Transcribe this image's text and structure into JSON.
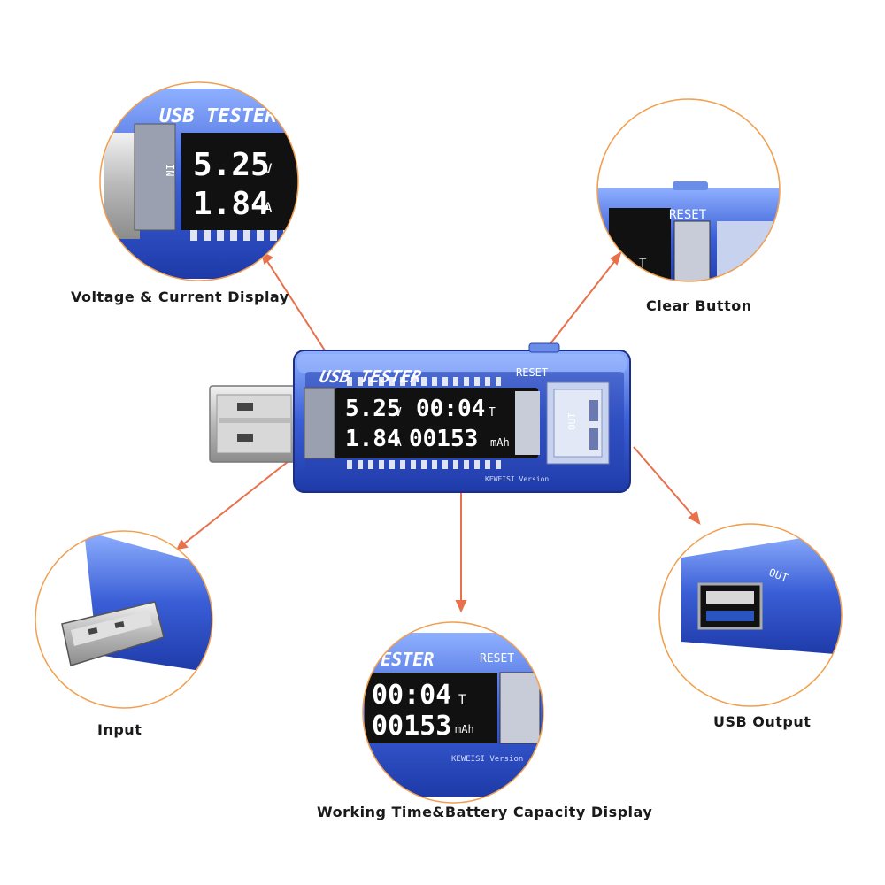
{
  "device": {
    "brand_label": "USB TESTER",
    "reset_label": "RESET",
    "in_label": "IN",
    "out_label": "OUT",
    "version_label": "KEWEISI Version",
    "voltage_value": "5.25",
    "voltage_unit": "V",
    "current_value": "1.84",
    "current_unit": "A",
    "time_value": "00:04",
    "time_unit": "T",
    "capacity_value": "00153",
    "capacity_unit": "mAh"
  },
  "captions": {
    "voltage_current": "Voltage & Current Display",
    "clear_button": "Clear Button",
    "input": "Input",
    "usb_output": "USB Output",
    "working_time": "Working Time&Battery Capacity Display"
  },
  "colors": {
    "callout_ring": "#f0a050",
    "arrow": "#e8704a",
    "casing": "#3a5ed6",
    "lcd": "#111111"
  }
}
